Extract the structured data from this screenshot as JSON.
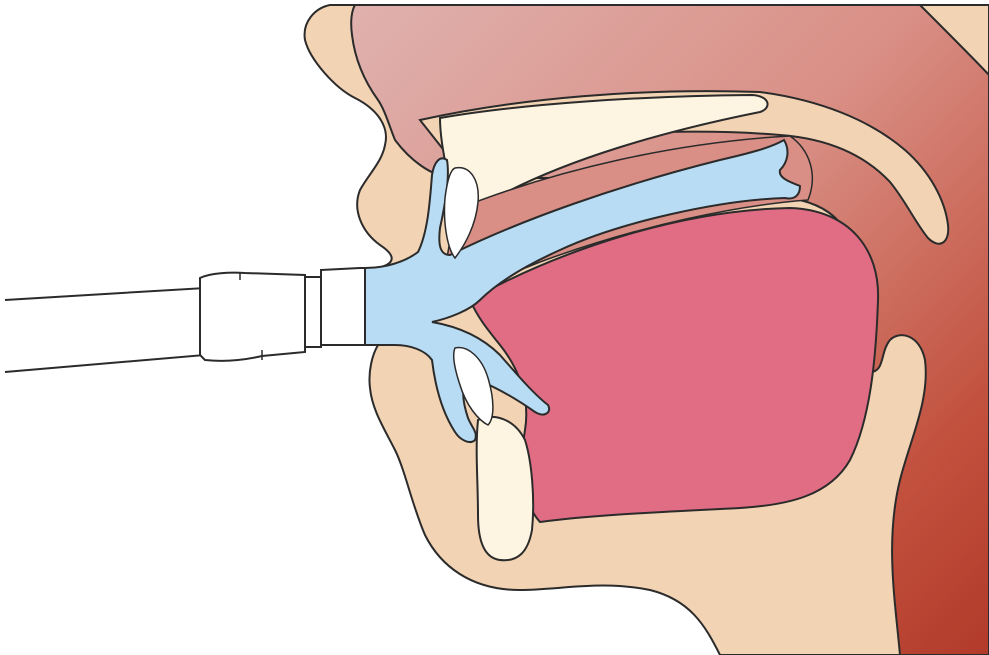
{
  "diagram": {
    "subject": "",
    "parts": [
      {
        "id": "head",
        "name": "head-silhouette"
      },
      {
        "id": "nasal",
        "name": "nasal-cavity"
      },
      {
        "id": "palate",
        "name": "hard-palate"
      },
      {
        "id": "oral",
        "name": "oral-cavity"
      },
      {
        "id": "upper-teeth",
        "name": "upper-teeth"
      },
      {
        "id": "lower-teeth",
        "name": "lower-teeth"
      },
      {
        "id": "lower-jaw",
        "name": "lower-jaw-bone"
      },
      {
        "id": "airflow",
        "name": "airflow-channel"
      },
      {
        "id": "mouthpiece",
        "name": "mouthpiece-tube"
      }
    ]
  },
  "colors": {
    "skin": "#f2d3b3",
    "skin_outline": "#2b2b2b",
    "nasal_top": "#dba6a6",
    "nasal_deep": "#b23a2a",
    "palate_bone": "#fdf4e1",
    "oral_cavity": "#e06d84",
    "airflow": "#b8dcf3",
    "teeth": "#ffffff",
    "tube": "#ffffff"
  }
}
